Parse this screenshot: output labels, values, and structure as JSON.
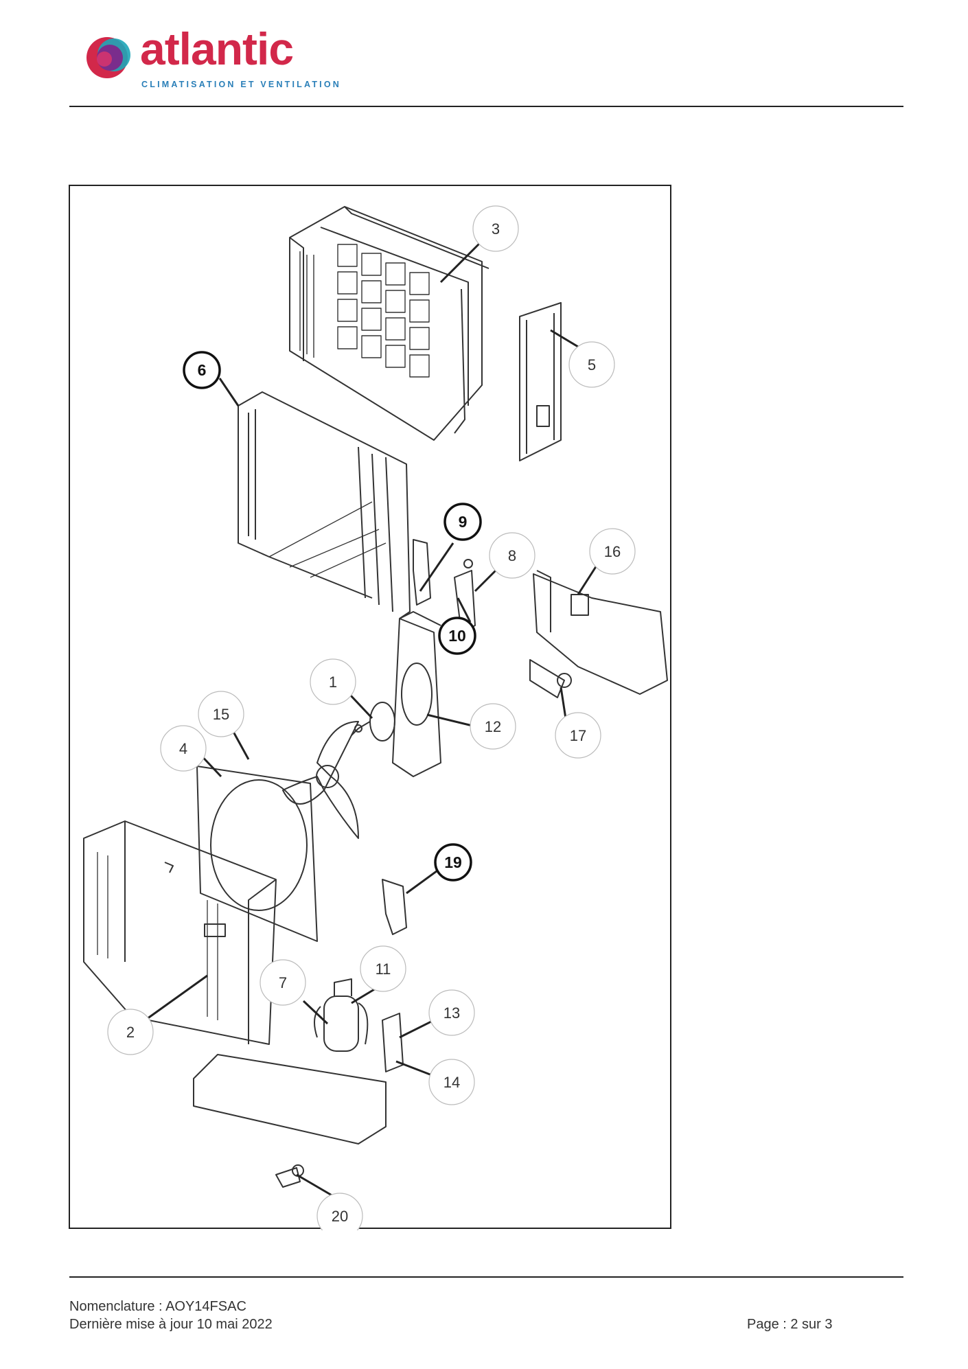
{
  "brand": {
    "name": "atlantic",
    "tagline": "CLIMATISATION ET VENTILATION",
    "colors": {
      "primary": "#d2284a",
      "tagline": "#2a7fb8",
      "logo_purple": "#7a2d8c",
      "logo_teal": "#1ea6b8"
    }
  },
  "diagram": {
    "callouts": [
      {
        "label": "3",
        "bold": false
      },
      {
        "label": "5",
        "bold": false
      },
      {
        "label": "6",
        "bold": true
      },
      {
        "label": "9",
        "bold": true
      },
      {
        "label": "8",
        "bold": false
      },
      {
        "label": "16",
        "bold": false
      },
      {
        "label": "10",
        "bold": true
      },
      {
        "label": "1",
        "bold": false
      },
      {
        "label": "15",
        "bold": false
      },
      {
        "label": "12",
        "bold": false
      },
      {
        "label": "17",
        "bold": false
      },
      {
        "label": "4",
        "bold": false
      },
      {
        "label": "19",
        "bold": true
      },
      {
        "label": "11",
        "bold": false
      },
      {
        "label": "7",
        "bold": false
      },
      {
        "label": "13",
        "bold": false
      },
      {
        "label": "2",
        "bold": false
      },
      {
        "label": "14",
        "bold": false
      },
      {
        "label": "20",
        "bold": false
      }
    ]
  },
  "footer": {
    "nomenclature": "Nomenclature : AOY14FSAC",
    "updated": "Dernière mise à jour 10 mai 2022",
    "page": "Page : 2 sur 3"
  }
}
